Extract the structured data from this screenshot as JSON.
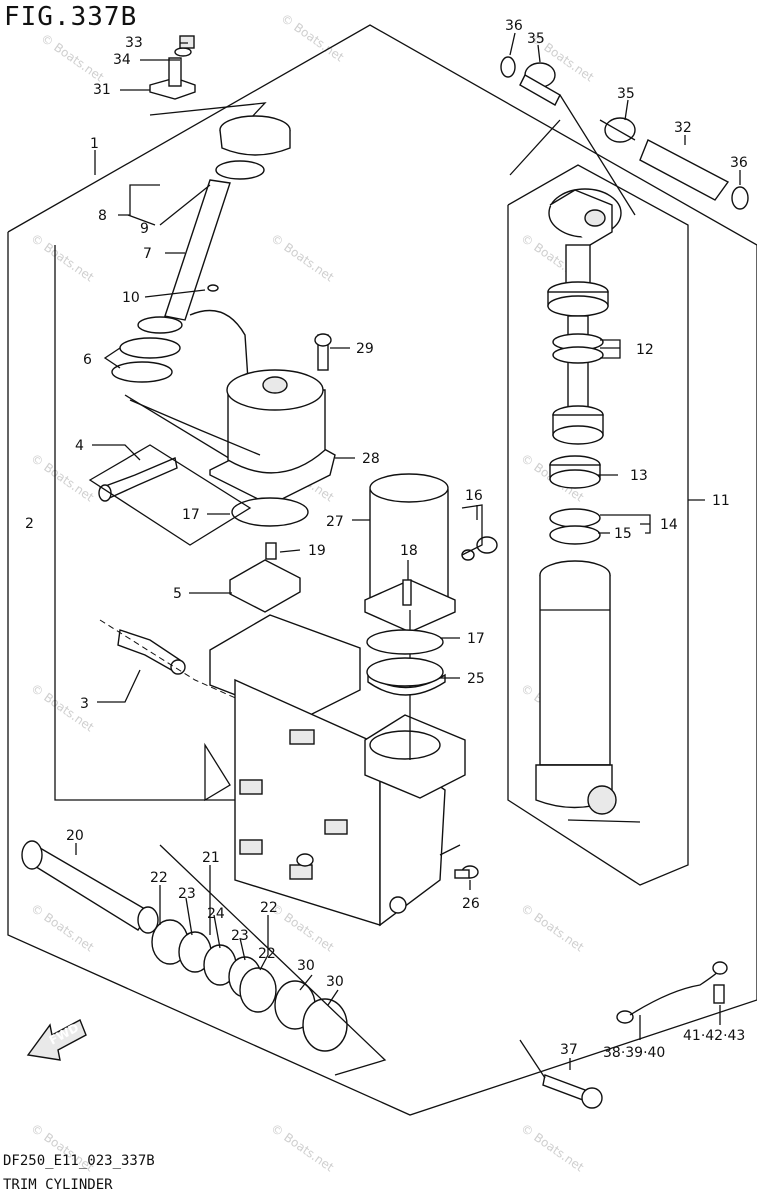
{
  "figure": {
    "title": "FIG.337B",
    "code": "DF250_E11_023_337B",
    "name": "TRIM CYLINDER"
  },
  "watermark": "© Boats.net",
  "callouts": [
    "1",
    "2",
    "3",
    "4",
    "5",
    "6",
    "7",
    "8",
    "9",
    "10",
    "11",
    "12",
    "13",
    "14",
    "15",
    "16",
    "17",
    "17",
    "18",
    "19",
    "20",
    "21",
    "22",
    "22",
    "22",
    "23",
    "23",
    "24",
    "25",
    "26",
    "27",
    "28",
    "29",
    "30",
    "30",
    "31",
    "32",
    "33",
    "34",
    "35",
    "35",
    "36",
    "36",
    "37",
    "38·39·40",
    "41·42·43"
  ],
  "fwd_label": "FWD"
}
